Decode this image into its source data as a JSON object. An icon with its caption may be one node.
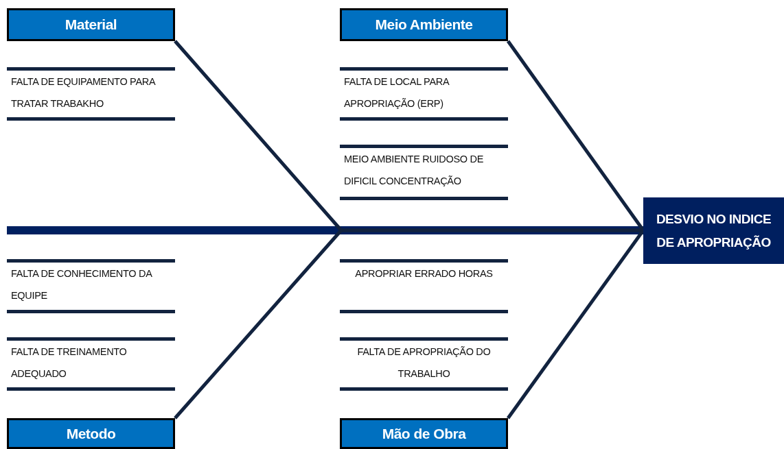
{
  "diagram": {
    "nodes": [
      {
        "text": [
          "Material"
        ]
      },
      {
        "text": [
          "FALTA DE EQUIPAMENTO PARA TRATAR TRABAKHO"
        ]
      },
      {
        "text": [
          "Meio Ambiente"
        ]
      },
      {
        "text": [
          "FALTA DE LOCAL PARA APROPRIAÇÃO (ERP)"
        ]
      },
      {
        "text": [
          "MEIO AMBIENTE RUIDOSO DE DIFICIL CONCENTRAÇÃO"
        ]
      },
      {
        "text": [
          "DESVIO NO INDICE DE APROPRIAÇÃO"
        ]
      },
      {
        "text": [
          "FALTA DE CONHECIMENTO DA EQUIPE"
        ]
      },
      {
        "text": [
          "FALTA DE TREINAMENTO ADEQUADO"
        ]
      },
      {
        "text": [
          "APROPRIAR ERRADO HORAS"
        ]
      },
      {
        "text": [
          "FALTA DE APROPRIAÇÃO DO TRABALHO"
        ]
      },
      {
        "text": [
          "Metodo"
        ]
      },
      {
        "text": [
          "Mão de Obra"
        ]
      }
    ],
    "edges": [
      {
        "from": 0,
        "to": 5,
        "arrow": "none"
      },
      {
        "from": 2,
        "to": 5,
        "arrow": "none"
      },
      {
        "from": 10,
        "to": 5,
        "arrow": "none"
      },
      {
        "from": 11,
        "to": 5,
        "arrow": "none"
      }
    ]
  }
}
